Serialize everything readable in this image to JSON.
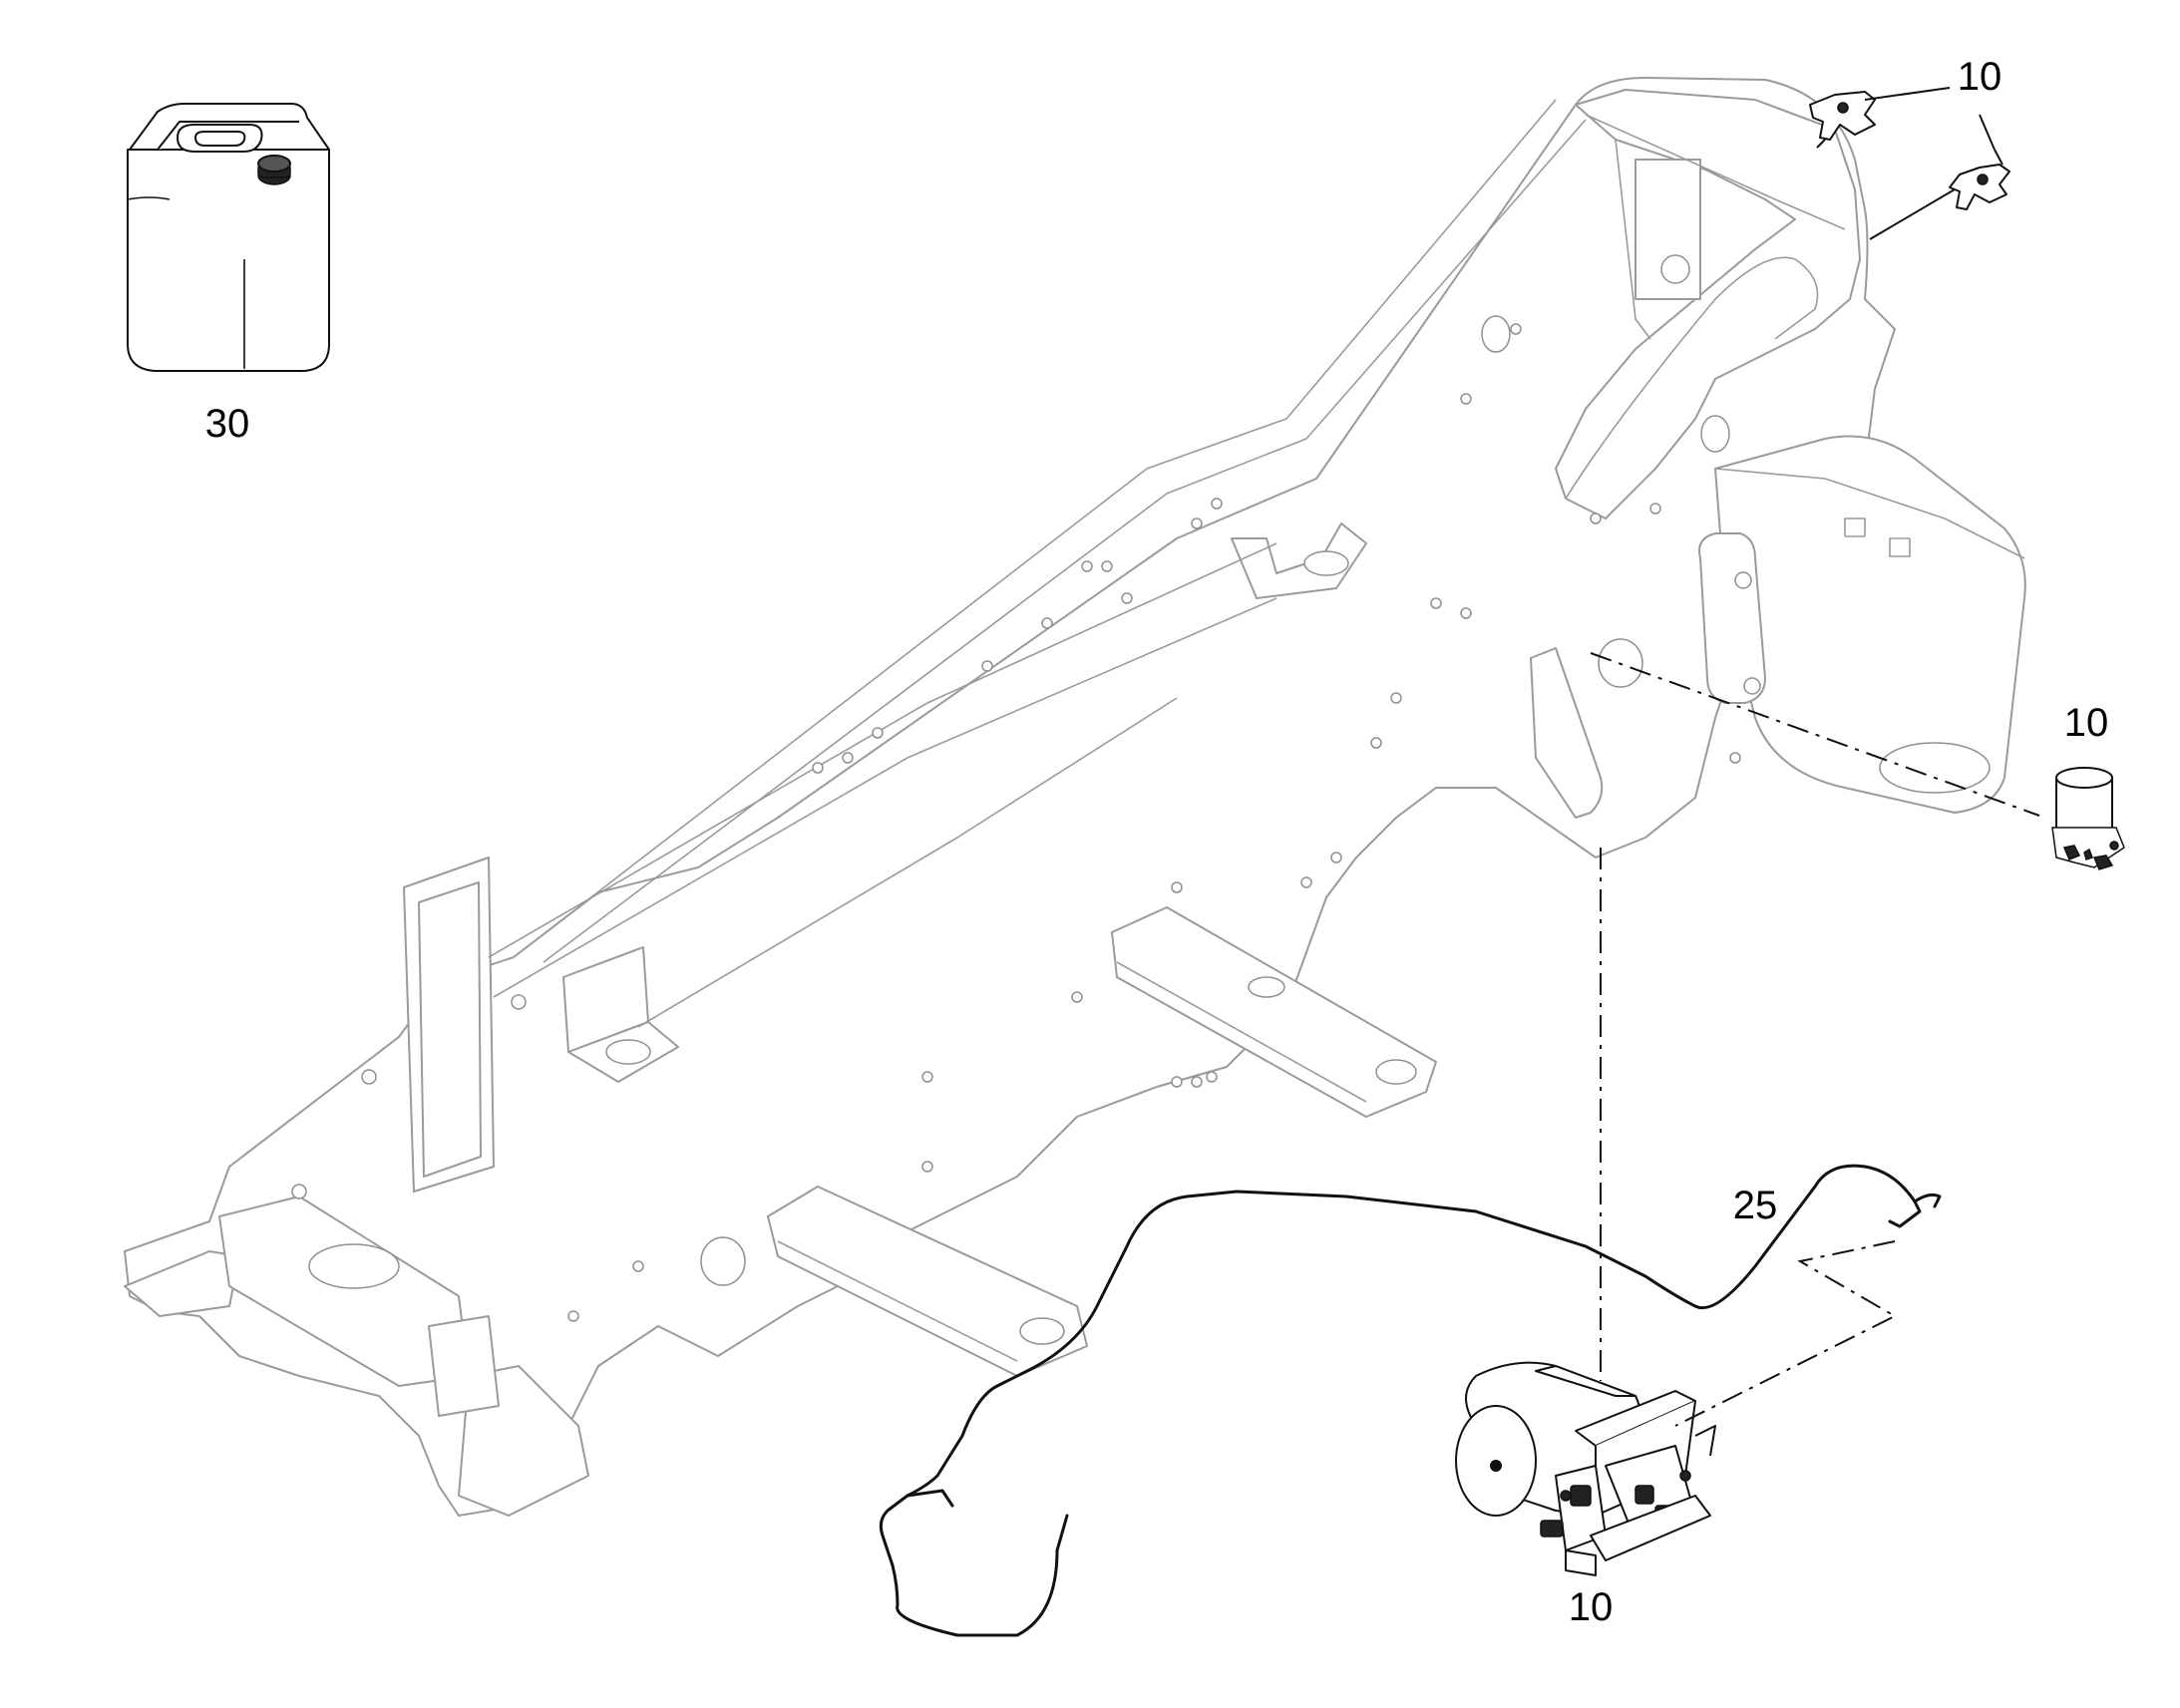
{
  "callouts": {
    "canister": "30",
    "top_right_switches": "10",
    "right_pump": "10",
    "hose": "25",
    "bottom_pump": "10"
  },
  "colors": {
    "frame_line": "#9a9a9a",
    "part_line": "#111111",
    "background": "#ffffff"
  },
  "icons": [
    "canister-icon",
    "switch-bracket-icon",
    "pump-icon",
    "reservoir-pump-assembly-icon"
  ]
}
